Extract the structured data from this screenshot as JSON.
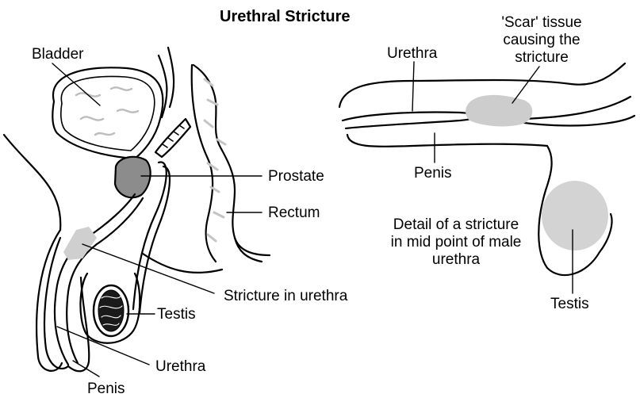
{
  "title": "Urethral Stricture",
  "left_diagram": {
    "labels": {
      "bladder": "Bladder",
      "prostate": "Prostate",
      "rectum": "Rectum",
      "stricture": "Stricture in urethra",
      "testis": "Testis",
      "urethra": "Urethra",
      "penis": "Penis"
    }
  },
  "right_diagram": {
    "labels": {
      "urethra": "Urethra",
      "scar_tissue": "'Scar' tissue\ncausing the\nstricture",
      "penis": "Penis",
      "detail": "Detail of a stricture\nin mid point of male\nurethra",
      "testis": "Testis"
    }
  },
  "colors": {
    "line": "#000000",
    "shading": "#c8c8c8",
    "background": "#ffffff"
  }
}
